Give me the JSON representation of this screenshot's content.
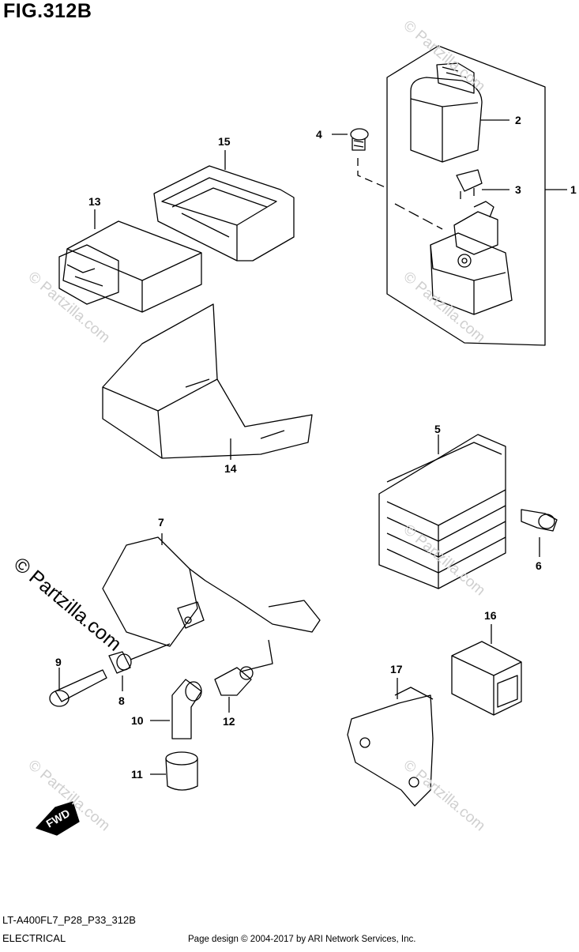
{
  "figure": {
    "title": "FIG.312B",
    "code": "LT-A400FL7_P28_P33_312B",
    "section": "ELECTRICAL",
    "credit": "Page design © 2004-2017 by ARI Network Services, Inc."
  },
  "watermark": {
    "text": "© Partzilla.com"
  },
  "callouts": [
    "1",
    "2",
    "3",
    "4",
    "5",
    "6",
    "7",
    "8",
    "9",
    "10",
    "11",
    "12",
    "13",
    "14",
    "15",
    "16",
    "17"
  ],
  "fwd_label": "FWD"
}
